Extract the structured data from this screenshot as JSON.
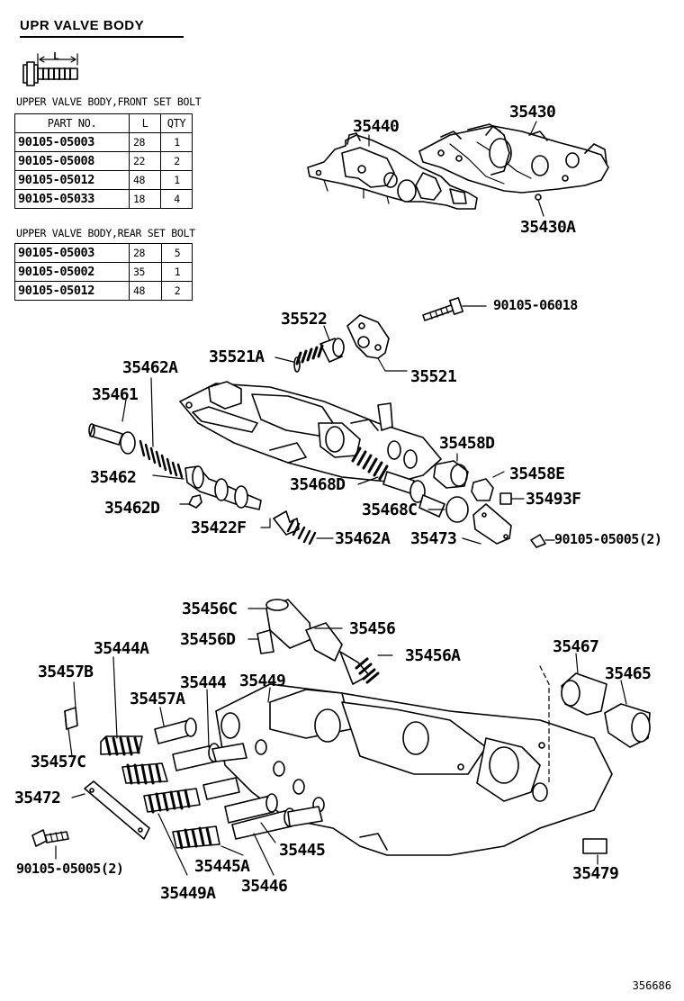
{
  "title": "UPR VALVE BODY",
  "bolt_dimension_label": "L",
  "front_table": {
    "caption": "UPPER VALVE BODY,FRONT SET BOLT",
    "headers": [
      "PART NO.",
      "L",
      "QTY"
    ],
    "rows": [
      {
        "part": "90105-05003",
        "l": "28",
        "qty": "1"
      },
      {
        "part": "90105-05008",
        "l": "22",
        "qty": "2"
      },
      {
        "part": "90105-05012",
        "l": "48",
        "qty": "1"
      },
      {
        "part": "90105-05033",
        "l": "18",
        "qty": "4"
      }
    ]
  },
  "rear_table": {
    "caption": "UPPER VALVE BODY,REAR SET BOLT",
    "rows": [
      {
        "part": "90105-05003",
        "l": "28",
        "qty": "5"
      },
      {
        "part": "90105-05002",
        "l": "35",
        "qty": "1"
      },
      {
        "part": "90105-05012",
        "l": "48",
        "qty": "2"
      }
    ]
  },
  "labels": {
    "p35440": "35440",
    "p35430": "35430",
    "p35430A": "35430A",
    "p90105_06018": "90105-06018",
    "p35522": "35522",
    "p35521A": "35521A",
    "p35521": "35521",
    "p35462A_top": "35462A",
    "p35461": "35461",
    "p35458D": "35458D",
    "p35458E": "35458E",
    "p35462": "35462",
    "p35468D": "35468D",
    "p35493F": "35493F",
    "p35462D": "35462D",
    "p35468C": "35468C",
    "p35422F": "35422F",
    "p35462A_bot": "35462A",
    "p35473": "35473",
    "p90105_05005a": "90105-05005(2)",
    "p35456C": "35456C",
    "p35456": "35456",
    "p35456D": "35456D",
    "p35456A": "35456A",
    "p35467": "35467",
    "p35465": "35465",
    "p35444A": "35444A",
    "p35457B": "35457B",
    "p35444": "35444",
    "p35449": "35449",
    "p35457A": "35457A",
    "p35457C": "35457C",
    "p35472": "35472",
    "p35445": "35445",
    "p90105_05005b": "90105-05005(2)",
    "p35445A": "35445A",
    "p35479": "35479",
    "p35449A": "35449A",
    "p35446": "35446"
  },
  "diagram_code": "356686"
}
